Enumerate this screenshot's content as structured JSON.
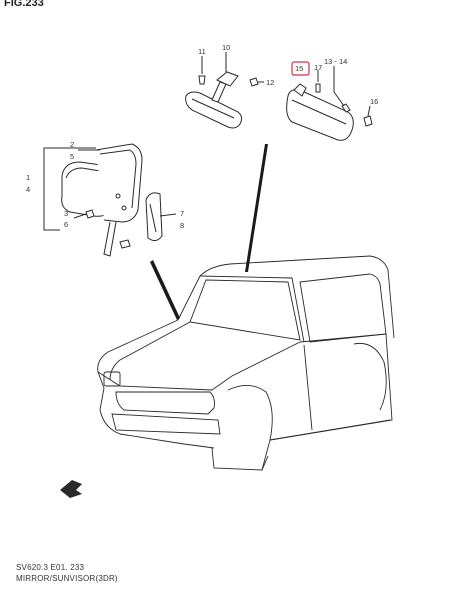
{
  "figure": {
    "title": "FIG.233"
  },
  "callouts": {
    "c1": "1",
    "c2": "2",
    "c3": "3",
    "c4": "4",
    "c5": "5",
    "c6": "6",
    "c7": "7",
    "c8": "8",
    "c10": "10",
    "c11": "11",
    "c12": "12",
    "c13_14": "13 - 14",
    "c15": "15",
    "c16": "16",
    "c17": "17"
  },
  "footer": {
    "code": "SV620.3 E01. 233",
    "title": "MIRROR/SUNVISOR(3DR)"
  },
  "colors": {
    "line": "#2a2a2a",
    "highlight": "#d4304a"
  }
}
